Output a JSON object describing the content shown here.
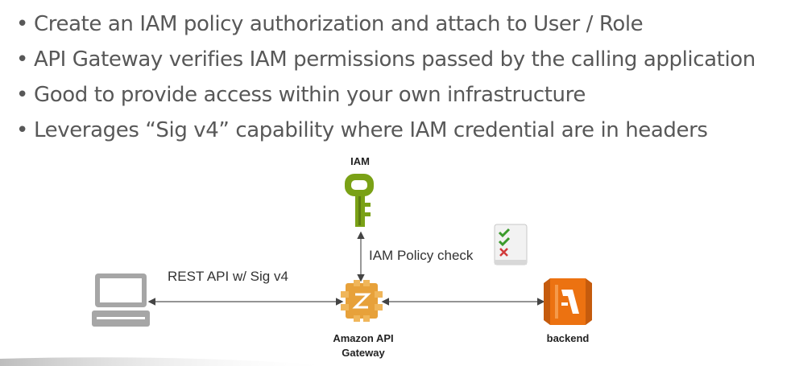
{
  "bullets": [
    "Create an IAM policy authorization and attach to User / Role",
    "API Gateway verifies IAM permissions passed by the calling application",
    "Good to provide access within your own infrastructure",
    "Leverages “Sig v4” capability where IAM credential are in headers"
  ],
  "diagram": {
    "iam_label": "IAM",
    "policy_check_label": "IAM Policy check",
    "rest_label": "REST API w/ Sig v4",
    "gateway_label_line1": "Amazon API",
    "gateway_label_line2": "Gateway",
    "backend_label": "backend"
  },
  "colors": {
    "iam_green": "#7aa116",
    "gateway_orange": "#e7a13a",
    "lambda_orange": "#ec7211",
    "laptop_gray": "#a6a6a6",
    "check_green": "#3b9b2c",
    "cross_red": "#d13a3a"
  },
  "icons": [
    "iam-key-icon",
    "checklist-icon",
    "laptop-icon",
    "api-gateway-icon",
    "lambda-backend-icon"
  ]
}
